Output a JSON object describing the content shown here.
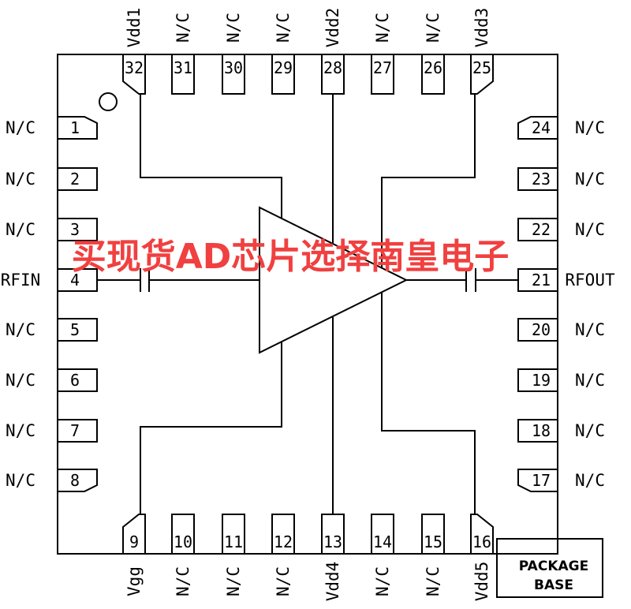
{
  "pins": {
    "top": [
      {
        "num": "32",
        "name": "Vdd1"
      },
      {
        "num": "31",
        "name": "N/C"
      },
      {
        "num": "30",
        "name": "N/C"
      },
      {
        "num": "29",
        "name": "N/C"
      },
      {
        "num": "28",
        "name": "Vdd2"
      },
      {
        "num": "27",
        "name": "N/C"
      },
      {
        "num": "26",
        "name": "N/C"
      },
      {
        "num": "25",
        "name": "Vdd3"
      }
    ],
    "left": [
      {
        "num": "1",
        "name": "N/C"
      },
      {
        "num": "2",
        "name": "N/C"
      },
      {
        "num": "3",
        "name": "N/C"
      },
      {
        "num": "4",
        "name": "RFIN"
      },
      {
        "num": "5",
        "name": "N/C"
      },
      {
        "num": "6",
        "name": "N/C"
      },
      {
        "num": "7",
        "name": "N/C"
      },
      {
        "num": "8",
        "name": "N/C"
      }
    ],
    "right": [
      {
        "num": "24",
        "name": "N/C"
      },
      {
        "num": "23",
        "name": "N/C"
      },
      {
        "num": "22",
        "name": "N/C"
      },
      {
        "num": "21",
        "name": "RFOUT"
      },
      {
        "num": "20",
        "name": "N/C"
      },
      {
        "num": "19",
        "name": "N/C"
      },
      {
        "num": "18",
        "name": "N/C"
      },
      {
        "num": "17",
        "name": "N/C"
      }
    ],
    "bottom": [
      {
        "num": "9",
        "name": "Vgg"
      },
      {
        "num": "10",
        "name": "N/C"
      },
      {
        "num": "11",
        "name": "N/C"
      },
      {
        "num": "12",
        "name": "N/C"
      },
      {
        "num": "13",
        "name": "Vdd4"
      },
      {
        "num": "14",
        "name": "N/C"
      },
      {
        "num": "15",
        "name": "N/C"
      },
      {
        "num": "16",
        "name": "Vdd5"
      }
    ]
  },
  "package_base": {
    "line1": "PACKAGE",
    "line2": "BASE"
  },
  "watermark": {
    "text": "买现货AD芯片选择南皇电子",
    "color": "#f04040"
  }
}
